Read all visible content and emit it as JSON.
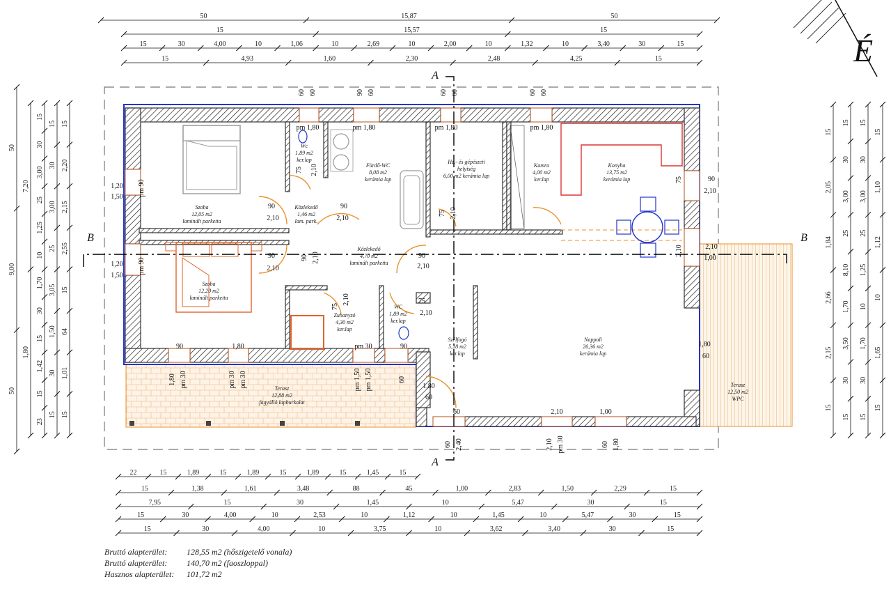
{
  "north_label": "É",
  "dimensions": {
    "top": [
      [
        {
          "t": "50"
        },
        {
          "t": "15,87"
        },
        {
          "t": "50"
        }
      ],
      [
        {
          "t": "15"
        },
        {
          "t": "15,57"
        },
        {
          "t": "15"
        }
      ],
      [
        {
          "t": "15"
        },
        {
          "t": "30"
        },
        {
          "t": "4,00"
        },
        {
          "t": "10"
        },
        {
          "t": "1,06"
        },
        {
          "t": "10"
        },
        {
          "t": "2,69"
        },
        {
          "t": "10"
        },
        {
          "t": "2,00"
        },
        {
          "t": "10"
        },
        {
          "t": "1,32"
        },
        {
          "t": "10"
        },
        {
          "t": "3,40"
        },
        {
          "t": "30"
        },
        {
          "t": "15"
        }
      ],
      [
        {
          "t": "15"
        },
        {
          "t": "4,93"
        },
        {
          "t": "1,60"
        },
        {
          "t": "2,30"
        },
        {
          "t": "2,48"
        },
        {
          "t": "4,25"
        },
        {
          "t": "15"
        }
      ]
    ],
    "bottom": [
      [
        {
          "t": "22"
        },
        {
          "t": "15"
        },
        {
          "t": "1,89"
        },
        {
          "t": "15"
        },
        {
          "t": "1,89"
        },
        {
          "t": "15"
        },
        {
          "t": "1,89"
        },
        {
          "t": "15"
        },
        {
          "t": "1,45"
        },
        {
          "t": "15"
        }
      ],
      [
        {
          "t": "15"
        },
        {
          "t": "1,38"
        },
        {
          "t": "1,61"
        },
        {
          "t": "3,48"
        },
        {
          "t": "88"
        },
        {
          "t": "45"
        },
        {
          "t": "1,00"
        },
        {
          "t": "2,83"
        },
        {
          "t": "1,50"
        },
        {
          "t": "2,29"
        },
        {
          "t": "15"
        }
      ],
      [
        {
          "t": "7,95"
        },
        {
          "t": "15"
        },
        {
          "t": "30"
        },
        {
          "t": "1,45"
        },
        {
          "t": "10"
        },
        {
          "t": "5,47"
        },
        {
          "t": "30"
        },
        {
          "t": "15"
        }
      ],
      [
        {
          "t": "15"
        },
        {
          "t": "30"
        },
        {
          "t": "4,00"
        },
        {
          "t": "10"
        },
        {
          "t": "2,53"
        },
        {
          "t": "10"
        },
        {
          "t": "1,12"
        },
        {
          "t": "10"
        },
        {
          "t": "1,45"
        },
        {
          "t": "10"
        },
        {
          "t": "5,47"
        },
        {
          "t": "30"
        },
        {
          "t": "15"
        }
      ],
      [
        {
          "t": "15"
        },
        {
          "t": "30"
        },
        {
          "t": "4,00"
        },
        {
          "t": "10"
        },
        {
          "t": "3,75"
        },
        {
          "t": "10"
        },
        {
          "t": "3,62"
        },
        {
          "t": "3,40"
        },
        {
          "t": "30"
        },
        {
          "t": "15"
        }
      ]
    ],
    "left": [
      [
        {
          "t": "50"
        },
        {
          "t": "9,00"
        },
        {
          "t": "50"
        }
      ],
      [
        {
          "t": "7,20"
        },
        {
          "t": "1,80"
        }
      ],
      [
        {
          "t": "15"
        },
        {
          "t": "30"
        },
        {
          "t": "3,00"
        },
        {
          "t": "25"
        },
        {
          "t": "1,25"
        },
        {
          "t": "10"
        },
        {
          "t": "1,70"
        },
        {
          "t": "30"
        },
        {
          "t": "15"
        },
        {
          "t": "1,42"
        },
        {
          "t": "15"
        },
        {
          "t": "23"
        }
      ],
      [
        {
          "t": "15"
        },
        {
          "t": "30"
        },
        {
          "t": "3,00"
        },
        {
          "t": "25"
        },
        {
          "t": "3,05"
        },
        {
          "t": "1,50"
        },
        {
          "t": "30"
        },
        {
          "t": "15"
        }
      ],
      [
        {
          "t": "15"
        },
        {
          "t": "2,20"
        },
        {
          "t": "2,15"
        },
        {
          "t": "2,55"
        },
        {
          "t": "15"
        },
        {
          "t": "64"
        },
        {
          "t": "1,01"
        },
        {
          "t": "15"
        }
      ]
    ],
    "right": [
      [
        {
          "t": "15"
        },
        {
          "t": "2,05"
        },
        {
          "t": "1,84"
        },
        {
          "t": "2,66"
        },
        {
          "t": "2,15"
        },
        {
          "t": "15"
        }
      ],
      [
        {
          "t": "15"
        },
        {
          "t": "30"
        },
        {
          "t": "3,00"
        },
        {
          "t": "25"
        },
        {
          "t": "8,10"
        },
        {
          "t": "1,70"
        },
        {
          "t": "3,50"
        },
        {
          "t": "30"
        },
        {
          "t": "15"
        }
      ],
      [
        {
          "t": "15"
        },
        {
          "t": "30"
        },
        {
          "t": "3,00"
        },
        {
          "t": "25"
        },
        {
          "t": "1,25"
        },
        {
          "t": "10"
        },
        {
          "t": "1,70"
        },
        {
          "t": "30"
        },
        {
          "t": "15"
        }
      ],
      [
        {
          "t": "15"
        },
        {
          "t": "1,10"
        },
        {
          "t": "1,12"
        },
        {
          "t": "10"
        },
        {
          "t": "1,65"
        },
        {
          "t": "15"
        }
      ]
    ]
  },
  "rooms": [
    {
      "name": "Szoba",
      "area": "12,05 m2",
      "floor": "laminált parketta"
    },
    {
      "name": "Szoba",
      "area": "12,20 m2",
      "floor": "laminált parketta"
    },
    {
      "name": "Wc",
      "area": "1,89 m2",
      "floor": "ker.lap"
    },
    {
      "name": "Közlekedő",
      "area": "1,46 m2",
      "floor": "lam. park."
    },
    {
      "name": "Fürdő-WC",
      "area": "8,08 m2",
      "floor": "kerámia lap"
    },
    {
      "name": "Hz.- és gépészeti",
      "area": "helyiség",
      "floor": "6,00 m2 kerámia lap"
    },
    {
      "name": "Kamra",
      "area": "4,00 m2",
      "floor": "ker.lap"
    },
    {
      "name": "Konyha",
      "area": "13,75 m2",
      "floor": "kerámia lap"
    },
    {
      "name": "Közlekedő",
      "area": "4,70 m2",
      "floor": "laminált parketta"
    },
    {
      "name": "Zuhanyzó",
      "area": "4,30 m2",
      "floor": "ker.lap"
    },
    {
      "name": "WC",
      "area": "1,89 m2",
      "floor": "ker.lap"
    },
    {
      "name": "Szélfogó",
      "area": "5,18 m2",
      "floor": "ker.lap"
    },
    {
      "name": "Nappali",
      "area": "26,36 m2",
      "floor": "kerámia lap"
    },
    {
      "name": "Terasz",
      "area": "12,88 m2",
      "floor": "fagyálló lapburkolat"
    },
    {
      "name": "Terasz",
      "area": "12,50 m2",
      "floor": "WPC"
    }
  ],
  "openings": [
    {
      "t": "pm 1,80"
    },
    {
      "t": "pm 1,80"
    },
    {
      "t": "pm 1,80"
    },
    {
      "t": "pm 1,80"
    },
    {
      "t": "60"
    },
    {
      "t": "60"
    },
    {
      "t": "90"
    },
    {
      "t": "60"
    },
    {
      "t": "60"
    },
    {
      "t": "60"
    },
    {
      "t": "60"
    },
    {
      "t": "60"
    },
    {
      "t": "1,20"
    },
    {
      "t": "1,50"
    },
    {
      "t": "pm 90"
    },
    {
      "t": "1,20"
    },
    {
      "t": "1,50"
    },
    {
      "t": "pm 90"
    },
    {
      "t": "90"
    },
    {
      "t": "2,10"
    },
    {
      "t": "90"
    },
    {
      "t": "2,10"
    },
    {
      "t": "75"
    },
    {
      "t": "2,10"
    },
    {
      "t": "90"
    },
    {
      "t": "2,10"
    },
    {
      "t": "90"
    },
    {
      "t": "2,10"
    },
    {
      "t": "75"
    },
    {
      "t": "2,10"
    },
    {
      "t": "90"
    },
    {
      "t": "2,10"
    },
    {
      "t": "75"
    },
    {
      "t": "2,10"
    },
    {
      "t": "75"
    },
    {
      "t": "2,10"
    },
    {
      "t": "90"
    },
    {
      "t": "2,10"
    },
    {
      "t": "75"
    },
    {
      "t": "2,10"
    },
    {
      "t": "1,00"
    },
    {
      "t": "2,10"
    },
    {
      "t": "90"
    },
    {
      "t": "1,80"
    },
    {
      "t": "pm 30"
    },
    {
      "t": "90"
    },
    {
      "t": "1,80"
    },
    {
      "t": "pm 30"
    },
    {
      "t": "pm 30"
    },
    {
      "t": "pm 30"
    },
    {
      "t": "pm 1,50"
    },
    {
      "t": "pm 1,50"
    },
    {
      "t": "60"
    },
    {
      "t": "1,80"
    },
    {
      "t": "60"
    },
    {
      "t": "1,80"
    },
    {
      "t": "60"
    },
    {
      "t": "60"
    },
    {
      "t": "60"
    },
    {
      "t": "2,40"
    },
    {
      "t": "2,10"
    },
    {
      "t": "1,00"
    },
    {
      "t": "2,10"
    },
    {
      "t": "pm 30"
    },
    {
      "t": "60"
    },
    {
      "t": "1,80"
    },
    {
      "t": "pm 30"
    },
    {
      "t": "pm 30"
    },
    {
      "t": "90"
    },
    {
      "t": "1,80"
    },
    {
      "t": "90"
    },
    {
      "t": "1,80"
    }
  ],
  "sections": {
    "a_top": "A",
    "a_bottom": "A",
    "b_left": "B",
    "b_right": "B"
  },
  "summary": [
    {
      "label": "Bruttó alapterület:",
      "value": "128,55 m2 (hőszigetelő vonala)"
    },
    {
      "label": "Bruttó alapterület:",
      "value": "140,70 m2 (faoszloppal)"
    },
    {
      "label": "Hasznos alapterület:",
      "value": "101,72 m2"
    }
  ],
  "colors": {
    "wall": "#333333",
    "insulation": "#2233cc",
    "terrace": "#e8922a",
    "furniture": "#e0632a",
    "section": "#000000"
  }
}
